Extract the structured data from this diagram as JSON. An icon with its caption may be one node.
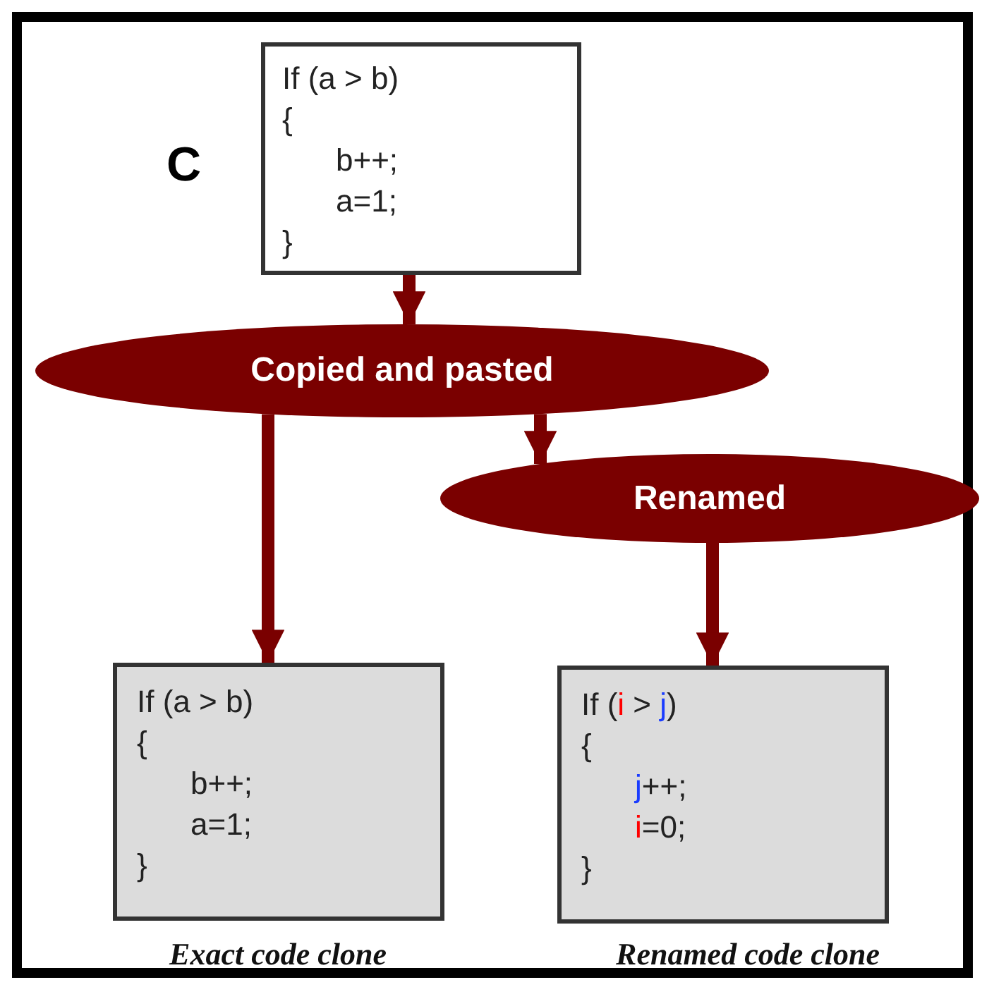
{
  "diagram": {
    "nodes": [
      {
        "text": [
          "If (a > b)",
          "{",
          "b++;",
          "a=1;",
          "}"
        ]
      },
      {
        "text": [
          "Copied and pasted"
        ]
      },
      {
        "text": [
          "Renamed"
        ]
      },
      {
        "text": [
          "If (a > b)",
          "{",
          "b++;",
          "a=1;",
          "}"
        ],
        "beside": [
          "Exact code clone"
        ]
      },
      {
        "text": [
          "If (i > j)",
          "{",
          "j++;",
          "i=0;",
          "}"
        ],
        "beside": [
          "Renamed code clone"
        ]
      }
    ],
    "edges": [
      {
        "from": 0,
        "to": 1,
        "arrow": "to",
        "color": "#7a0000"
      },
      {
        "from": 1,
        "to": 2,
        "arrow": "to",
        "color": "#7a0000"
      },
      {
        "from": 1,
        "to": 3,
        "arrow": "to",
        "color": "#7a0000"
      },
      {
        "from": 2,
        "to": 4,
        "arrow": "to",
        "color": "#7a0000"
      }
    ],
    "labels": [
      "C"
    ]
  }
}
